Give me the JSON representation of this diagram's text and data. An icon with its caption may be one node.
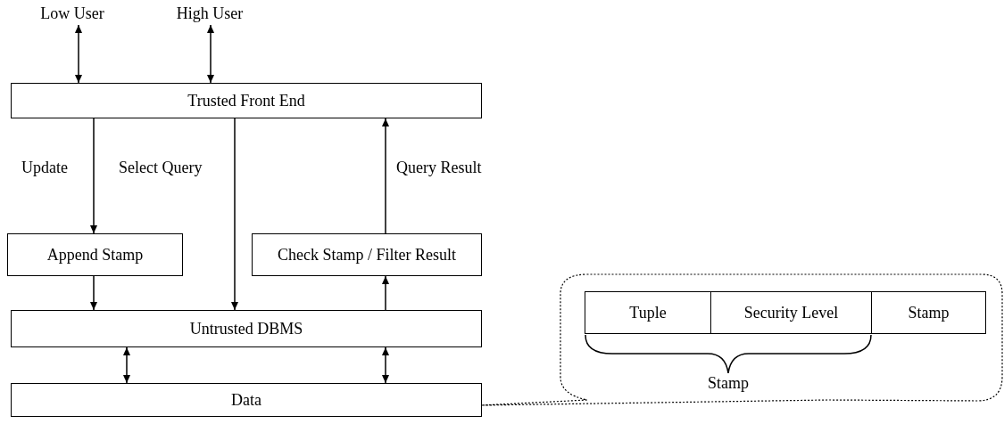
{
  "diagram": {
    "nodes": [
      {
        "text": [
          "Low User"
        ]
      },
      {
        "text": [
          "High User"
        ]
      },
      {
        "text": [
          "Trusted Front End"
        ]
      },
      {
        "text": [
          "Append Stamp"
        ]
      },
      {
        "text": [
          "Check Stamp / Filter Result"
        ]
      },
      {
        "text": [
          "Untrusted DBMS"
        ]
      },
      {
        "text": [
          "Data"
        ]
      },
      {
        "text": [
          "Stamp"
        ]
      },
      {
        "text": [
          "Tuple"
        ],
        "in": 7
      },
      {
        "text": [
          "Security Level"
        ],
        "in": 7
      },
      {
        "text": [
          "Stamp"
        ],
        "in": 7
      }
    ],
    "edges": [
      {
        "from": 0,
        "to": 2,
        "arrow": "both"
      },
      {
        "from": 1,
        "to": 2,
        "arrow": "both"
      },
      {
        "from": 2,
        "to": 3,
        "arrow": "to",
        "label": "Update"
      },
      {
        "from": 2,
        "to": 5,
        "arrow": "to",
        "label": "Select Query"
      },
      {
        "from": 4,
        "to": 2,
        "arrow": "to",
        "label": "Query Result"
      },
      {
        "from": 3,
        "to": 5,
        "arrow": "to"
      },
      {
        "from": 5,
        "to": 4,
        "arrow": "to"
      },
      {
        "from": 5,
        "to": 6,
        "arrow": "both"
      },
      {
        "from": 5,
        "to": 6,
        "arrow": "both"
      }
    ]
  }
}
